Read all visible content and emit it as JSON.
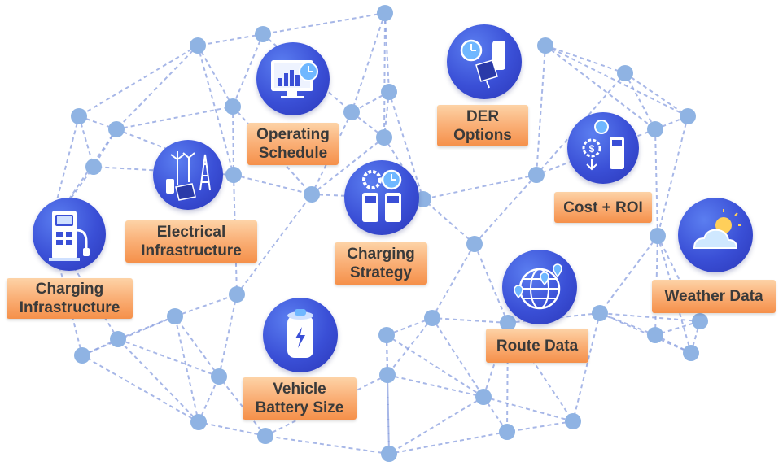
{
  "nodes": [
    {
      "id": "charging-infrastructure",
      "label": "Charging\nInfrastructure",
      "icon": "ev-charger-icon"
    },
    {
      "id": "electrical-infrastructure",
      "label": "Electrical\nInfrastructure",
      "icon": "wind-solar-power-icon"
    },
    {
      "id": "operating-schedule",
      "label": "Operating\nSchedule",
      "icon": "monitor-schedule-icon"
    },
    {
      "id": "der-options",
      "label": "DER\nOptions",
      "icon": "clock-solar-battery-icon"
    },
    {
      "id": "cost-roi",
      "label": "Cost + ROI",
      "icon": "cost-charger-icon"
    },
    {
      "id": "charging-strategy",
      "label": "Charging\nStrategy",
      "icon": "chargers-gear-clock-icon"
    },
    {
      "id": "weather-data",
      "label": "Weather Data",
      "icon": "cloud-sun-icon"
    },
    {
      "id": "route-data",
      "label": "Route Data",
      "icon": "globe-pins-icon"
    },
    {
      "id": "vehicle-battery-size",
      "label": "Vehicle\nBattery Size",
      "icon": "battery-icon"
    }
  ],
  "colors": {
    "network_dot": "#8fb3e3",
    "network_line": "#8a9fe0",
    "badge": "#3a4fd6",
    "label_bg": "#f7a161",
    "label_text": "#3a3a3a"
  }
}
